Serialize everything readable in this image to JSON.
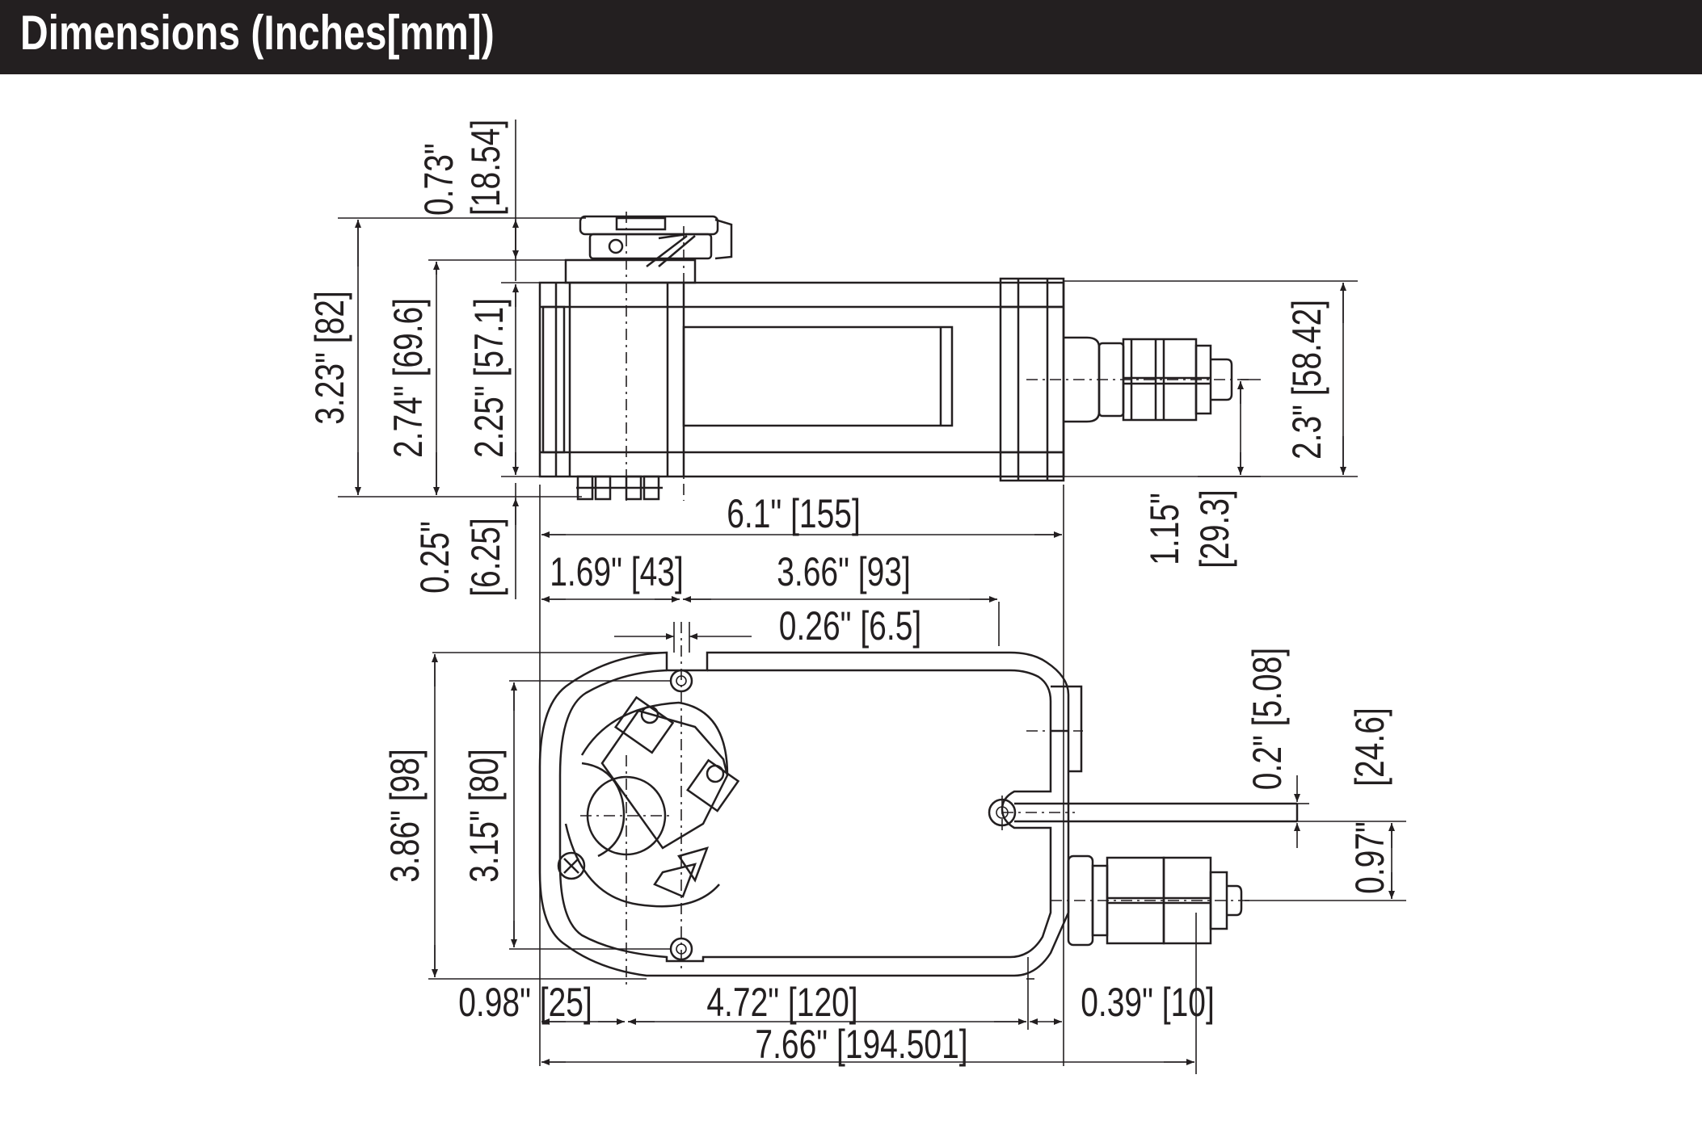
{
  "header": {
    "title": "Dimensions (Inches[mm])"
  },
  "colors": {
    "header_bg": "#231f20",
    "header_text": "#ffffff",
    "line": "#231f20",
    "background": "#ffffff"
  },
  "dimensions": {
    "d073": "0.73\"",
    "d1854": "[18.54]",
    "d323": "3.23\" [82]",
    "d274": "2.74\" [69.6]",
    "d225": "2.25\" [57.1]",
    "d025": "0.25\"",
    "d625": "[6.25]",
    "d61": "6.1\" [155]",
    "d115": "1.15\"",
    "d293": "[29.3]",
    "d23": "2.3\" [58.42]",
    "d169": "1.69\" [43]",
    "d366": "3.66\" [93]",
    "d026": "0.26\" [6.5]",
    "d02": "0.2\" [5.08]",
    "d246": "[24.6]",
    "d097": "0.97\"",
    "d386": "3.86\" [98]",
    "d315": "3.15\" [80]",
    "d098": "0.98\" [25]",
    "d472": "4.72\" [120]",
    "d039": "0.39\" [10]",
    "d766": "7.66\" [194.501]"
  }
}
